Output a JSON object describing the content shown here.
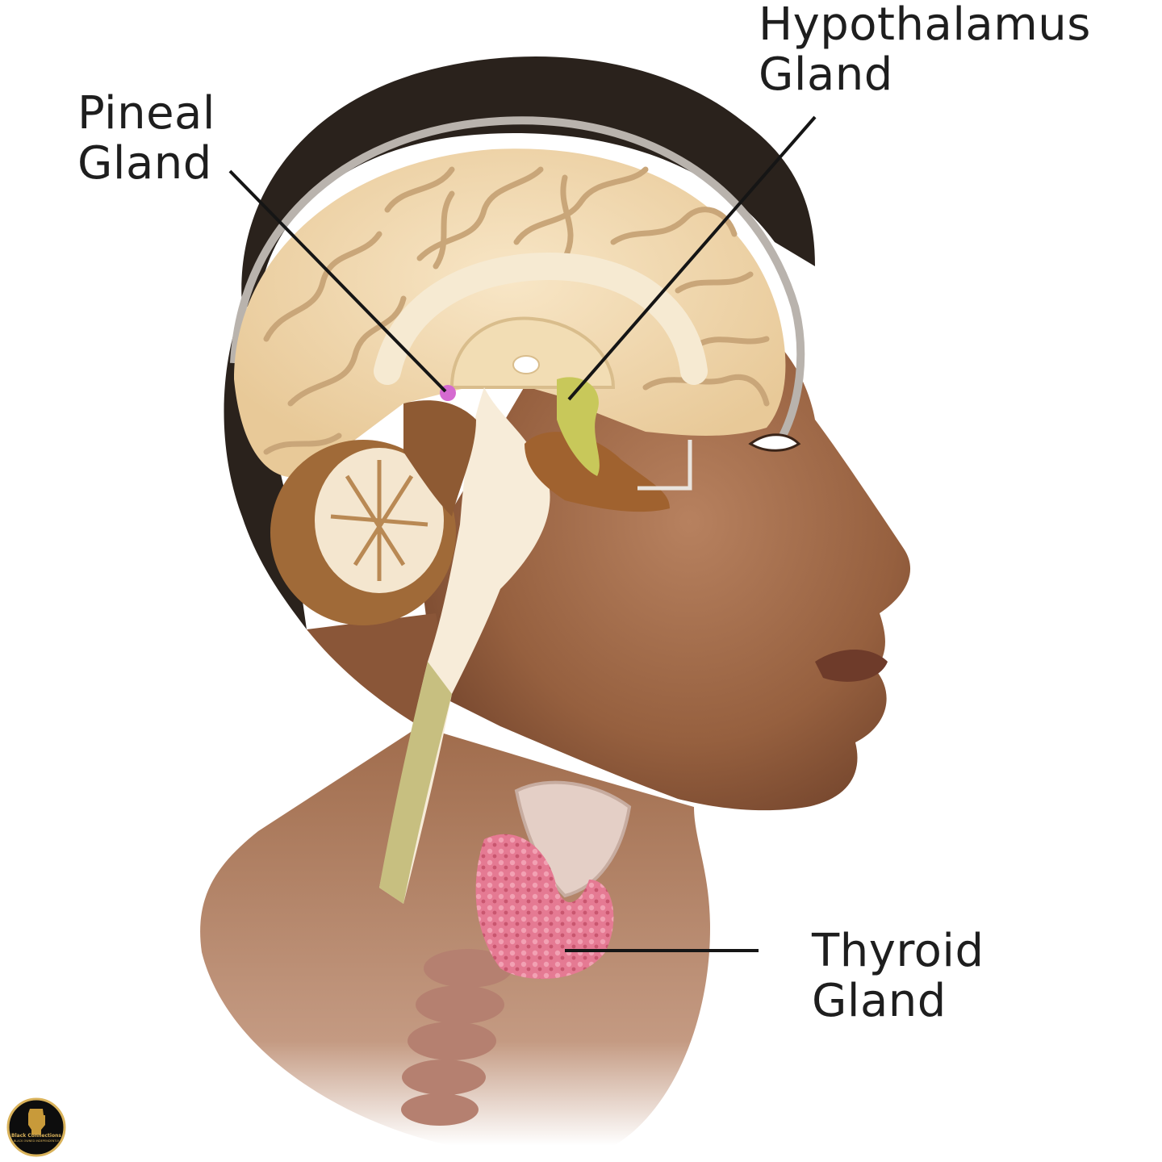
{
  "labels": {
    "pineal": [
      "Pineal",
      "Gland"
    ],
    "hypothalamus": [
      "Hypothalamus",
      "Gland"
    ],
    "thyroid": [
      "Thyroid",
      "Gland"
    ]
  },
  "badge": {
    "name": "Black Connections",
    "tagline": "BLACK OWNED INDEPENDENTLY",
    "icon": "raised-fist-icon"
  },
  "colors": {
    "hair": "#2a221c",
    "skin": "#9c6446",
    "skin_light": "#c08a68",
    "brain": "#f0d7ae",
    "brain_fold": "#c9a679",
    "brainstem": "#f7ecd9",
    "cerebellum": "#a06a38",
    "hypothalamus": "#c8c85a",
    "pineal": "#d56ad0",
    "thyroid": "#e0728f",
    "trachea": "#b07b6d",
    "pointer": "#151515",
    "badge_gold": "#d9b25a"
  }
}
